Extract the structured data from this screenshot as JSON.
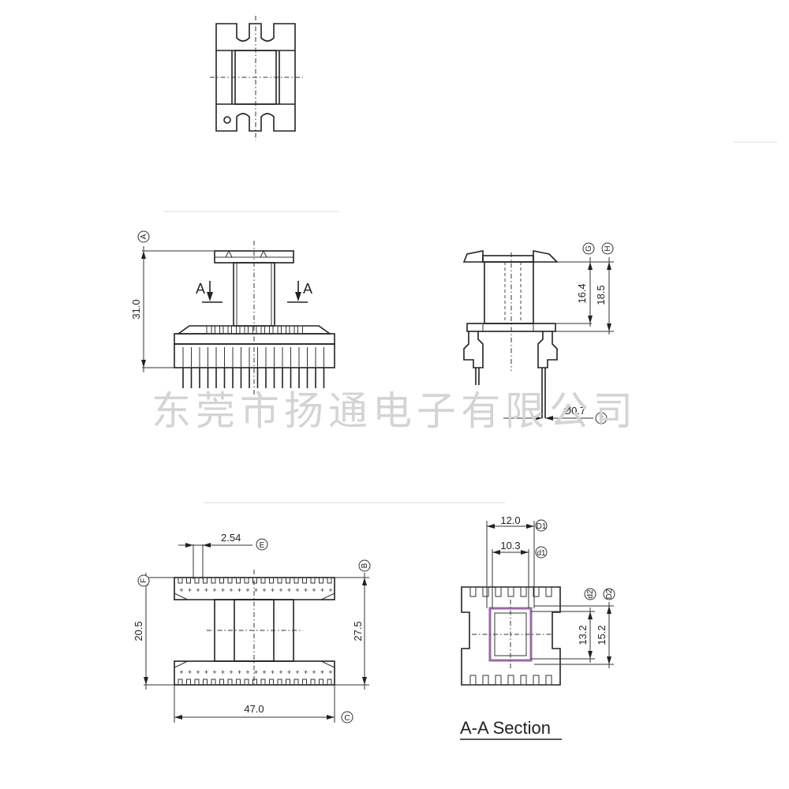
{
  "watermark": "东莞市扬通电子有限公司",
  "section_arrow_label": "A",
  "section_title": "A-A Section",
  "dims": {
    "height_a": "31.0",
    "h16": "16.4",
    "h18": "18.5",
    "pin_dia": "Ø0.7",
    "pitch": "2.54",
    "depth_inner": "20.5",
    "depth_outer": "27.5",
    "width": "47.0",
    "sec_outer_w": "12.0",
    "sec_inner_w": "10.3",
    "sec_inner_h": "13.2",
    "sec_outer_h": "15.2"
  },
  "callouts": {
    "a": "A",
    "b": "B",
    "c": "C",
    "e": "E",
    "f": "F",
    "g": "G",
    "h": "H",
    "pin": "7",
    "d1_upper": "D1",
    "d1_lower": "d1",
    "d2_lower": "d2",
    "d2_upper": "D2"
  }
}
